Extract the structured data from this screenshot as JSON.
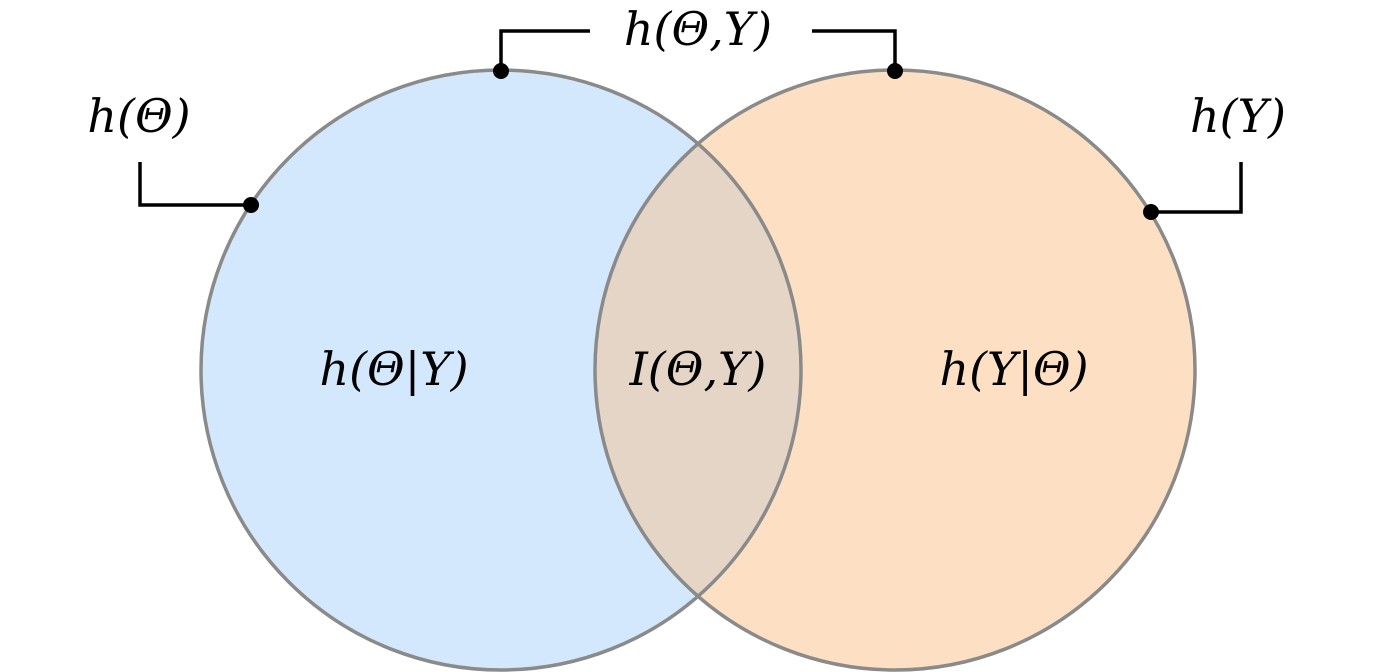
{
  "diagram": {
    "type": "venn",
    "sets": [
      {
        "id": "theta",
        "label": "h(Θ)",
        "region_label": "h(Θ|Y)",
        "fill": "#d3e8fc"
      },
      {
        "id": "y",
        "label": "h(Y)",
        "region_label": "h(Y|Θ)",
        "fill": "#fde0c3"
      }
    ],
    "intersection": {
      "label": "I(Θ,Y)",
      "fill": "#e4d5c6"
    },
    "union": {
      "label": "h(Θ,Y)"
    },
    "outline_color": "#8a8a8a"
  }
}
